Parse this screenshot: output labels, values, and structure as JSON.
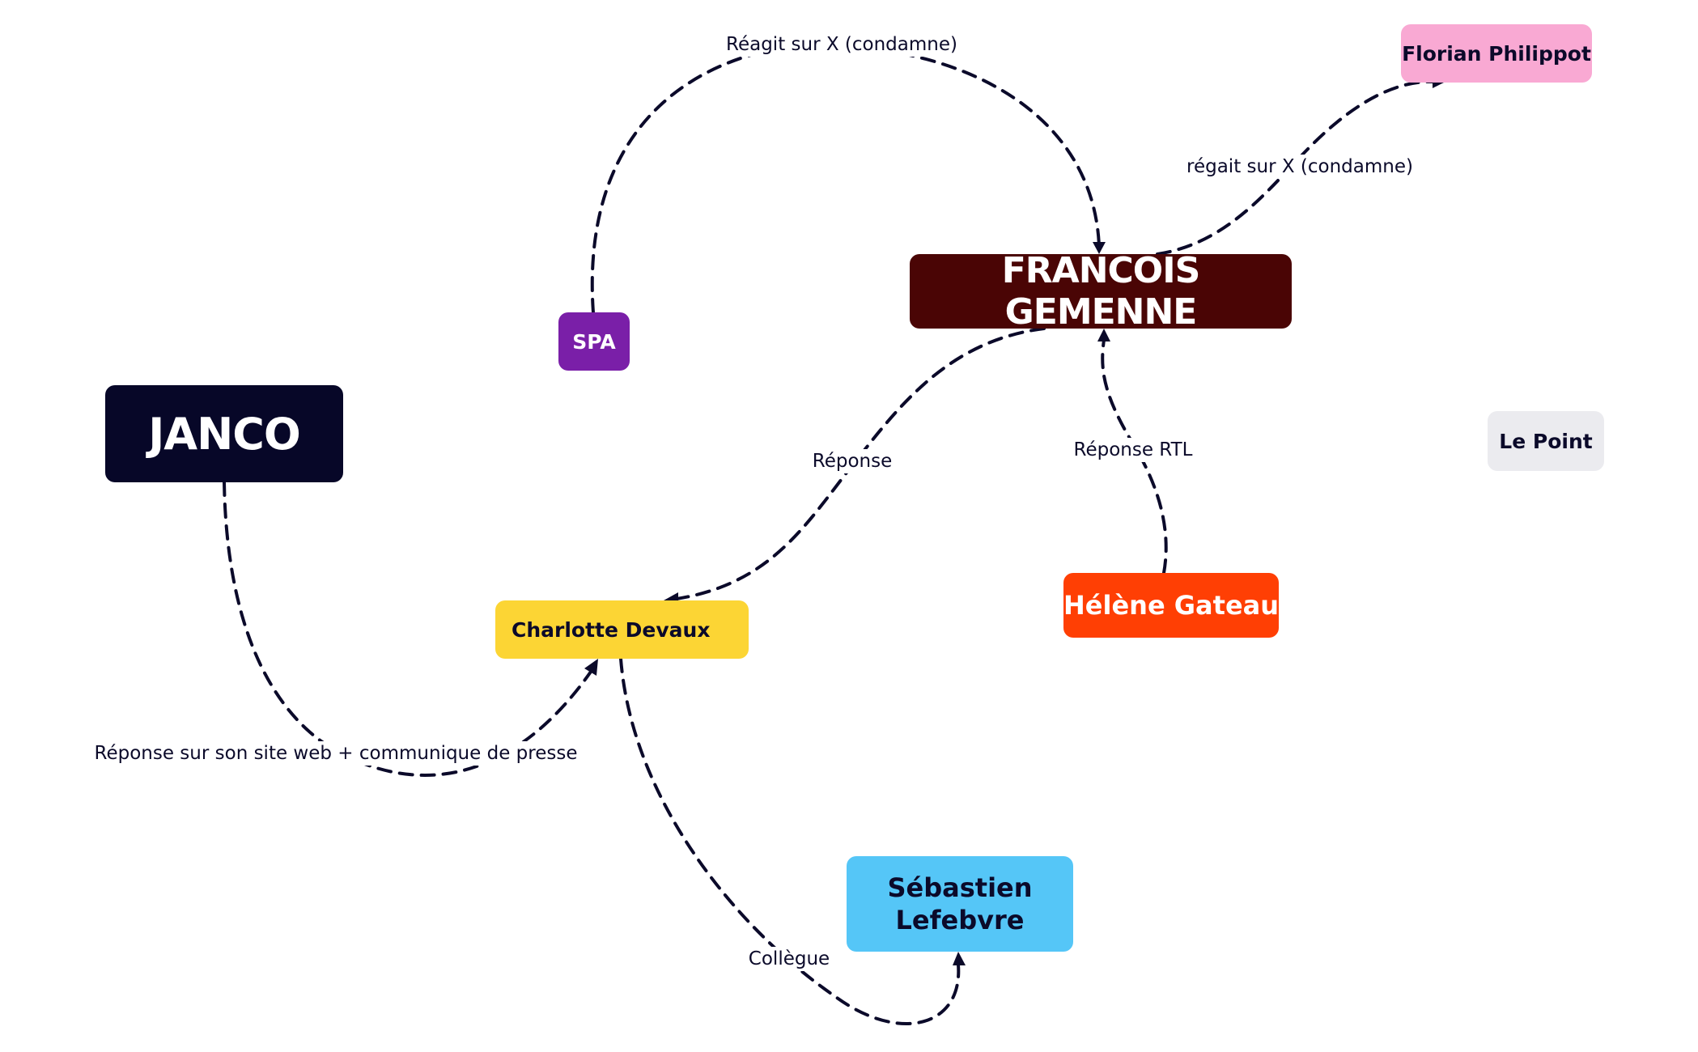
{
  "nodes": {
    "janco": "JANCO",
    "spa": "SPA",
    "francois_gemenne": "FRANCOIS GEMENNE",
    "florian_philippot": "Florian Philippot",
    "le_point": "Le Point",
    "charlotte_devaux": "Charlotte Devaux",
    "helene_gateau": "Hélène Gateau",
    "sebastien_lefebvre": {
      "line1": "Sébastien",
      "line2": "Lefebvre"
    }
  },
  "edges": [
    {
      "from": "SPA",
      "to": "FRANCOIS GEMENNE",
      "label": "Réagit sur X (condamne)"
    },
    {
      "from": "FRANCOIS GEMENNE",
      "to": "Florian Philippot",
      "label": "régait sur X (condamne)"
    },
    {
      "from": "FRANCOIS GEMENNE",
      "to": "Charlotte Devaux",
      "label": "Réponse"
    },
    {
      "from": "Hélène Gateau",
      "to": "FRANCOIS GEMENNE",
      "label": "Réponse RTL"
    },
    {
      "from": "JANCO",
      "to": "Charlotte Devaux",
      "label": "Réponse sur son site web + communique de presse"
    },
    {
      "from": "Charlotte Devaux",
      "to": "Sébastien Lefebvre",
      "label": "Collègue"
    }
  ],
  "colors": {
    "edge": "#0b0a2a",
    "janco": "#070728",
    "spa": "#7a1fa8",
    "francois_gemenne": "#4a0505",
    "florian_philippot": "#f9a9d3",
    "le_point": "#ebebef",
    "charlotte_devaux": "#fcd534",
    "helene_gateau": "#ff3f04",
    "sebastien_lefebvre": "#55c6f7"
  }
}
